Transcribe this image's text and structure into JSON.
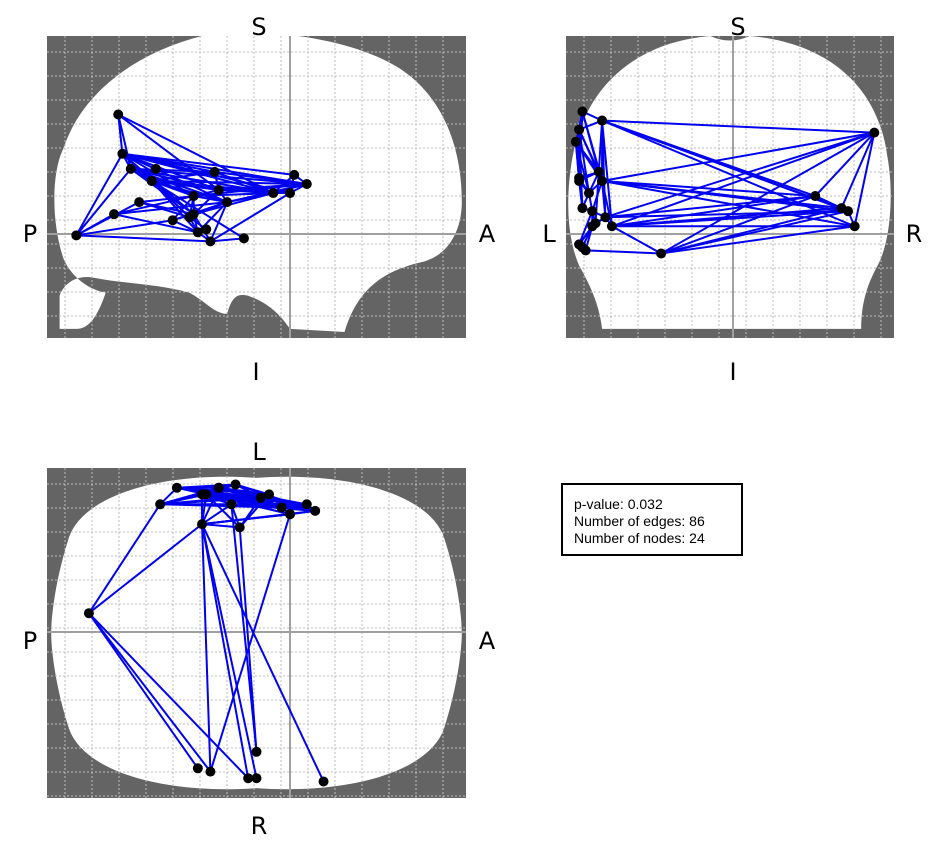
{
  "colors": {
    "background": "#ffffff",
    "outside_brain": "#646464",
    "brain": "#ffffff",
    "grid": "#bbbbbb",
    "crosshair": "#a0a0a0",
    "edge": "#0000ee",
    "node": "#000000"
  },
  "stats": {
    "p_value": "p-value: 0.032",
    "edges": "Number of edges: 86",
    "nodes": "Number of nodes: 24"
  },
  "views": [
    {
      "id": "sagittal",
      "labels": {
        "top": "S",
        "bottom": "I",
        "left": "P",
        "right": "A"
      },
      "nodes": [
        [
          0.25,
          0.48
        ],
        [
          0.35,
          0.59
        ],
        [
          0.47,
          0.67
        ],
        [
          0.54,
          0.52
        ],
        [
          0.43,
          0.55
        ],
        [
          0.3,
          0.61
        ],
        [
          0.41,
          0.51
        ],
        [
          0.26,
          0.44
        ],
        [
          0.07,
          0.66
        ],
        [
          0.22,
          0.55
        ],
        [
          0.2,
          0.44
        ],
        [
          0.18,
          0.39
        ],
        [
          0.36,
          0.65
        ],
        [
          0.39,
          0.68
        ],
        [
          0.58,
          0.52
        ],
        [
          0.35,
          0.53
        ],
        [
          0.62,
          0.49
        ],
        [
          0.25,
          0.48
        ],
        [
          0.59,
          0.46
        ],
        [
          0.38,
          0.64
        ],
        [
          0.4,
          0.45
        ],
        [
          0.16,
          0.59
        ],
        [
          0.34,
          0.6
        ],
        [
          0.17,
          0.26
        ]
      ],
      "edges": [
        [
          23,
          11
        ],
        [
          23,
          10
        ],
        [
          23,
          3
        ],
        [
          23,
          6
        ],
        [
          11,
          10
        ],
        [
          11,
          0
        ],
        [
          11,
          16
        ],
        [
          11,
          3
        ],
        [
          11,
          18
        ],
        [
          11,
          14
        ],
        [
          11,
          4
        ],
        [
          11,
          6
        ],
        [
          11,
          15
        ],
        [
          11,
          1
        ],
        [
          11,
          22
        ],
        [
          10,
          0
        ],
        [
          10,
          16
        ],
        [
          10,
          6
        ],
        [
          10,
          3
        ],
        [
          10,
          15
        ],
        [
          10,
          1
        ],
        [
          10,
          4
        ],
        [
          0,
          6
        ],
        [
          0,
          16
        ],
        [
          0,
          3
        ],
        [
          0,
          4
        ],
        [
          0,
          15
        ],
        [
          0,
          14
        ],
        [
          0,
          1
        ],
        [
          0,
          22
        ],
        [
          0,
          2
        ],
        [
          0,
          12
        ],
        [
          20,
          11
        ],
        [
          20,
          10
        ],
        [
          20,
          0
        ],
        [
          20,
          16
        ],
        [
          20,
          6
        ],
        [
          20,
          3
        ],
        [
          6,
          16
        ],
        [
          6,
          3
        ],
        [
          6,
          15
        ],
        [
          6,
          4
        ],
        [
          6,
          1
        ],
        [
          3,
          16
        ],
        [
          3,
          15
        ],
        [
          3,
          14
        ],
        [
          3,
          18
        ],
        [
          3,
          4
        ],
        [
          3,
          1
        ],
        [
          16,
          18
        ],
        [
          16,
          15
        ],
        [
          16,
          14
        ],
        [
          16,
          4
        ],
        [
          15,
          4
        ],
        [
          15,
          1
        ],
        [
          15,
          22
        ],
        [
          4,
          22
        ],
        [
          4,
          1
        ],
        [
          4,
          13
        ],
        [
          4,
          12
        ],
        [
          1,
          22
        ],
        [
          1,
          13
        ],
        [
          1,
          12
        ],
        [
          22,
          12
        ],
        [
          22,
          19
        ],
        [
          12,
          19
        ],
        [
          12,
          13
        ],
        [
          13,
          2
        ],
        [
          13,
          14
        ],
        [
          14,
          18
        ],
        [
          9,
          15
        ],
        [
          9,
          1
        ],
        [
          9,
          22
        ],
        [
          5,
          15
        ],
        [
          5,
          1
        ],
        [
          5,
          4
        ],
        [
          5,
          12
        ],
        [
          21,
          15
        ],
        [
          21,
          4
        ],
        [
          21,
          12
        ],
        [
          8,
          11
        ],
        [
          8,
          10
        ],
        [
          8,
          9
        ],
        [
          8,
          5
        ],
        [
          8,
          21
        ],
        [
          8,
          13
        ]
      ]
    },
    {
      "id": "coronal",
      "labels": {
        "top": "S",
        "bottom": "I",
        "left": "L",
        "right": "R"
      },
      "nodes": [
        [
          0.11,
          0.48
        ],
        [
          0.76,
          0.53
        ],
        [
          0.06,
          0.71
        ],
        [
          0.14,
          0.63
        ],
        [
          0.09,
          0.62
        ],
        [
          0.1,
          0.45
        ],
        [
          0.07,
          0.52
        ],
        [
          0.08,
          0.58
        ],
        [
          0.04,
          0.48
        ],
        [
          0.05,
          0.57
        ],
        [
          0.04,
          0.31
        ],
        [
          0.12,
          0.6
        ],
        [
          0.04,
          0.69
        ],
        [
          0.03,
          0.35
        ],
        [
          0.88,
          0.63
        ],
        [
          0.94,
          0.32
        ],
        [
          0.05,
          0.25
        ],
        [
          0.29,
          0.72
        ],
        [
          0.11,
          0.28
        ],
        [
          0.84,
          0.57
        ],
        [
          0.08,
          0.63
        ],
        [
          0.05,
          0.7
        ],
        [
          0.04,
          0.47
        ],
        [
          0.86,
          0.58
        ]
      ],
      "edges": [
        [
          10,
          16
        ],
        [
          10,
          13
        ],
        [
          10,
          22
        ],
        [
          10,
          8
        ],
        [
          10,
          18
        ],
        [
          10,
          5
        ],
        [
          10,
          0
        ],
        [
          10,
          6
        ],
        [
          10,
          9
        ],
        [
          13,
          22
        ],
        [
          13,
          8
        ],
        [
          13,
          5
        ],
        [
          13,
          0
        ],
        [
          13,
          6
        ],
        [
          13,
          9
        ],
        [
          16,
          18
        ],
        [
          16,
          5
        ],
        [
          16,
          0
        ],
        [
          16,
          8
        ],
        [
          18,
          5
        ],
        [
          18,
          0
        ],
        [
          18,
          3
        ],
        [
          18,
          11
        ],
        [
          18,
          15
        ],
        [
          18,
          1
        ],
        [
          18,
          14
        ],
        [
          18,
          19
        ],
        [
          18,
          23
        ],
        [
          5,
          0
        ],
        [
          5,
          6
        ],
        [
          5,
          4
        ],
        [
          5,
          22
        ],
        [
          5,
          8
        ],
        [
          0,
          3
        ],
        [
          0,
          11
        ],
        [
          0,
          6
        ],
        [
          0,
          7
        ],
        [
          0,
          15
        ],
        [
          0,
          1
        ],
        [
          0,
          14
        ],
        [
          0,
          19
        ],
        [
          0,
          23
        ],
        [
          3,
          11
        ],
        [
          3,
          15
        ],
        [
          3,
          1
        ],
        [
          3,
          14
        ],
        [
          3,
          19
        ],
        [
          3,
          23
        ],
        [
          3,
          17
        ],
        [
          11,
          4
        ],
        [
          11,
          20
        ],
        [
          11,
          7
        ],
        [
          11,
          15
        ],
        [
          11,
          23
        ],
        [
          11,
          1
        ],
        [
          6,
          7
        ],
        [
          6,
          9
        ],
        [
          6,
          22
        ],
        [
          6,
          8
        ],
        [
          7,
          4
        ],
        [
          7,
          9
        ],
        [
          7,
          20
        ],
        [
          7,
          12
        ],
        [
          4,
          20
        ],
        [
          4,
          12
        ],
        [
          20,
          12
        ],
        [
          20,
          21
        ],
        [
          20,
          2
        ],
        [
          12,
          21
        ],
        [
          12,
          2
        ],
        [
          21,
          2
        ],
        [
          2,
          17
        ],
        [
          17,
          14
        ],
        [
          17,
          19
        ],
        [
          17,
          23
        ],
        [
          17,
          15
        ],
        [
          17,
          1
        ],
        [
          15,
          14
        ],
        [
          15,
          1
        ],
        [
          15,
          19
        ],
        [
          1,
          23
        ],
        [
          1,
          19
        ],
        [
          14,
          23
        ],
        [
          22,
          8
        ],
        [
          22,
          9
        ],
        [
          9,
          8
        ]
      ]
    },
    {
      "id": "axial",
      "labels": {
        "top": "L",
        "bottom": "R",
        "left": "P",
        "right": "A"
      },
      "nodes": [
        [
          0.46,
          0.18
        ],
        [
          0.56,
          0.12
        ],
        [
          0.38,
          0.08
        ],
        [
          0.64,
          0.13
        ],
        [
          0.58,
          0.14
        ],
        [
          0.37,
          0.17
        ],
        [
          0.41,
          0.06
        ],
        [
          0.62,
          0.11
        ],
        [
          0.51,
          0.09
        ],
        [
          0.53,
          0.08
        ],
        [
          0.36,
          0.91
        ],
        [
          0.58,
          0.14
        ],
        [
          0.45,
          0.05
        ],
        [
          0.27,
          0.11
        ],
        [
          0.41,
          0.06
        ],
        [
          0.44,
          0.11
        ],
        [
          0.39,
          0.92
        ],
        [
          0.48,
          0.94
        ],
        [
          0.5,
          0.94
        ],
        [
          0.37,
          0.08
        ],
        [
          0.1,
          0.44
        ],
        [
          0.5,
          0.86
        ],
        [
          0.66,
          0.95
        ],
        [
          0.31,
          0.06
        ]
      ],
      "edges": [
        [
          13,
          19
        ],
        [
          13,
          23
        ],
        [
          13,
          2
        ],
        [
          13,
          6
        ],
        [
          13,
          12
        ],
        [
          13,
          14
        ],
        [
          13,
          9
        ],
        [
          13,
          8
        ],
        [
          13,
          1
        ],
        [
          13,
          7
        ],
        [
          23,
          2
        ],
        [
          23,
          6
        ],
        [
          23,
          12
        ],
        [
          23,
          14
        ],
        [
          23,
          9
        ],
        [
          23,
          8
        ],
        [
          23,
          1
        ],
        [
          23,
          7
        ],
        [
          23,
          3
        ],
        [
          19,
          2
        ],
        [
          19,
          6
        ],
        [
          19,
          12
        ],
        [
          19,
          5
        ],
        [
          19,
          15
        ],
        [
          19,
          8
        ],
        [
          19,
          1
        ],
        [
          19,
          7
        ],
        [
          19,
          3
        ],
        [
          2,
          6
        ],
        [
          2,
          12
        ],
        [
          2,
          5
        ],
        [
          2,
          15
        ],
        [
          2,
          1
        ],
        [
          2,
          4
        ],
        [
          2,
          11
        ],
        [
          2,
          0
        ],
        [
          2,
          3
        ],
        [
          6,
          12
        ],
        [
          6,
          14
        ],
        [
          6,
          15
        ],
        [
          6,
          1
        ],
        [
          6,
          7
        ],
        [
          6,
          3
        ],
        [
          12,
          14
        ],
        [
          12,
          15
        ],
        [
          12,
          8
        ],
        [
          12,
          9
        ],
        [
          12,
          1
        ],
        [
          12,
          3
        ],
        [
          14,
          15
        ],
        [
          14,
          8
        ],
        [
          14,
          9
        ],
        [
          14,
          5
        ],
        [
          5,
          15
        ],
        [
          5,
          0
        ],
        [
          5,
          4
        ],
        [
          5,
          11
        ],
        [
          5,
          3
        ],
        [
          15,
          0
        ],
        [
          15,
          1
        ],
        [
          15,
          7
        ],
        [
          15,
          3
        ],
        [
          9,
          8
        ],
        [
          9,
          1
        ],
        [
          9,
          0
        ],
        [
          8,
          1
        ],
        [
          8,
          0
        ],
        [
          1,
          4
        ],
        [
          1,
          11
        ],
        [
          1,
          7
        ],
        [
          1,
          3
        ],
        [
          4,
          11
        ],
        [
          4,
          3
        ],
        [
          7,
          3
        ],
        [
          20,
          13
        ],
        [
          20,
          5
        ],
        [
          20,
          10
        ],
        [
          20,
          16
        ],
        [
          20,
          17
        ],
        [
          5,
          16
        ],
        [
          5,
          17
        ],
        [
          5,
          18
        ],
        [
          5,
          22
        ],
        [
          15,
          21
        ],
        [
          0,
          21
        ],
        [
          11,
          16
        ]
      ]
    }
  ]
}
